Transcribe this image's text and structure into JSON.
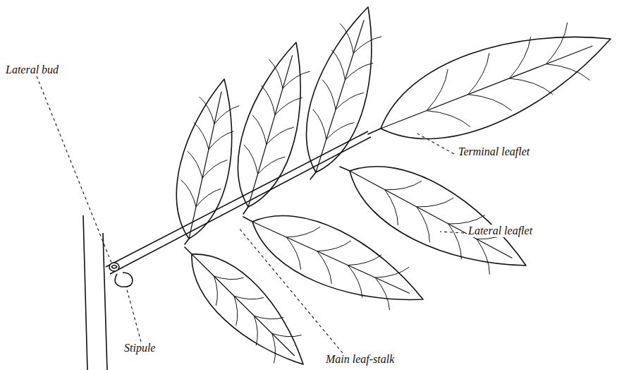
{
  "diagram": {
    "labels": [
      "Lateral bud",
      "Terminal leaflet",
      "Lateral leaflet",
      "Stipule",
      "Main leaf-stalk"
    ]
  }
}
